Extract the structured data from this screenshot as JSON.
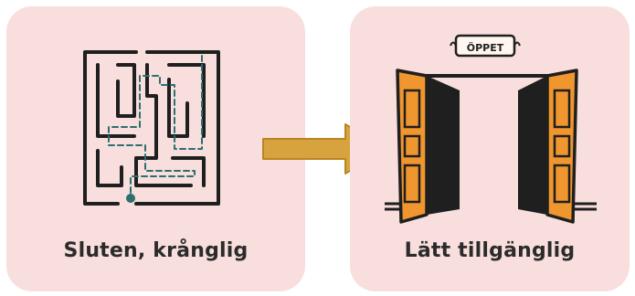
{
  "panels": {
    "left": {
      "label": "Sluten, krånglig"
    },
    "right": {
      "label": "Lätt tillgänglig",
      "sign_text": "ÖPPET"
    }
  },
  "colors": {
    "card_bg": "#f8dedc",
    "maze_ink": "#1f1f1f",
    "maze_path": "#2d6e6e",
    "arrow": "#d6a33e",
    "door": "#f0962e"
  },
  "icons": {
    "left": "maze-icon",
    "center": "arrow-right-icon",
    "right": "open-doors-icon"
  }
}
